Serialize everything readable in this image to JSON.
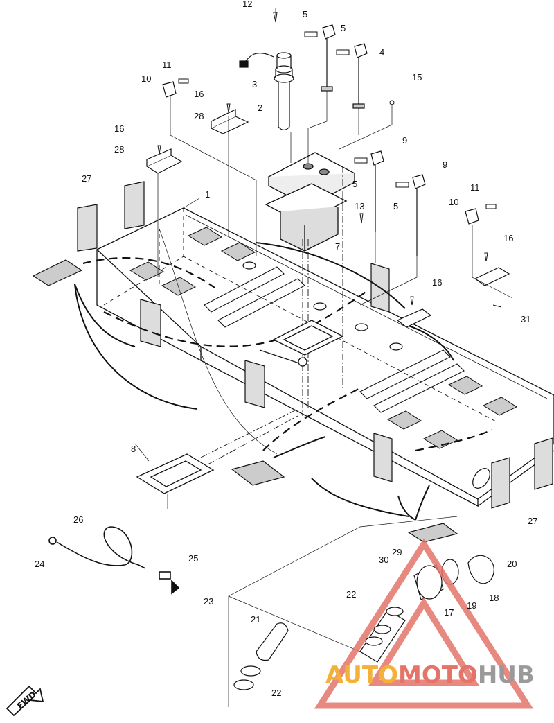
{
  "callouts": [
    "12",
    "5",
    "5",
    "4",
    "11",
    "10",
    "3",
    "2",
    "15",
    "16",
    "28",
    "16",
    "28",
    "9",
    "9",
    "27",
    "1",
    "13",
    "5",
    "5",
    "11",
    "10",
    "16",
    "7",
    "16",
    "31",
    "8",
    "26",
    "25",
    "24",
    "23",
    "29",
    "30",
    "20",
    "22",
    "18",
    "19",
    "17",
    "21",
    "22",
    "27"
  ],
  "watermark": {
    "part1": "AUTO",
    "part2": "MOTO",
    "part3": "HUB"
  },
  "fwd_label": "FWD",
  "colors": {
    "line": "#111111",
    "panel": "#dddddd",
    "pad": "#c8c8c8",
    "wm_triangle": "#e4746a",
    "wm_auto": "#f3b13a",
    "wm_hub": "#9a9a9a"
  }
}
